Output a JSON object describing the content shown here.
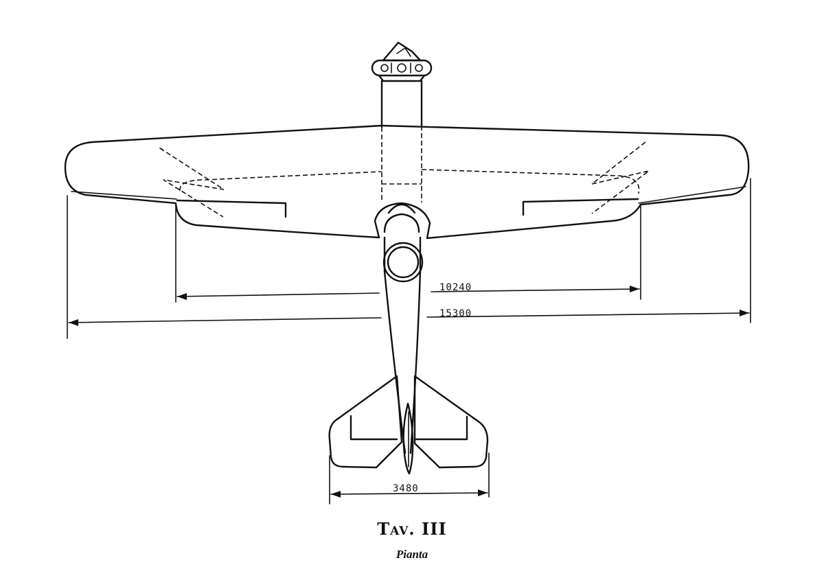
{
  "figure": {
    "title": "Tav. III",
    "subtitle": "Pianta",
    "dimensions": {
      "aileron_span": "10240",
      "wing_span": "15300",
      "tailplane_span": "3480"
    },
    "colors": {
      "ink": "#111111",
      "paper": "#ffffff"
    }
  }
}
